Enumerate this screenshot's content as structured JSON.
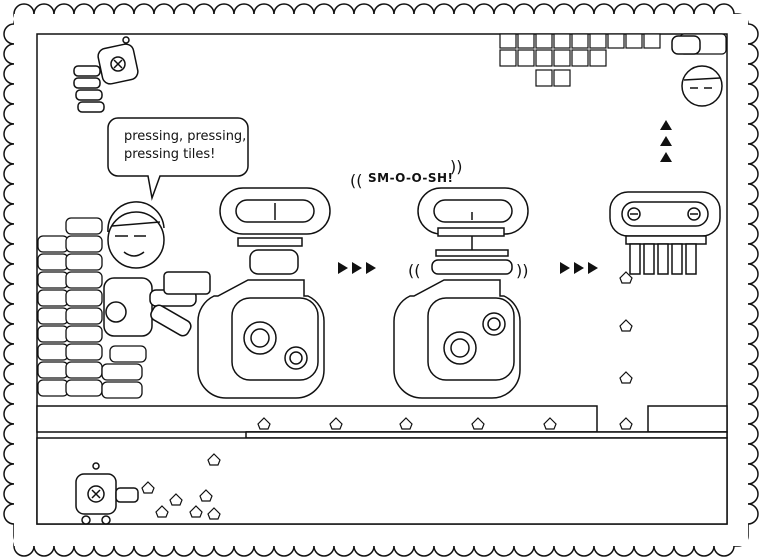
{
  "speech_bubble": {
    "text_lines": [
      "pressing, pressing,",
      "pressing tiles!"
    ]
  },
  "sound_effect": "SM-O-O-SH!",
  "colors": {
    "ink": "#111111",
    "paper": "#ffffff"
  },
  "icons": {
    "conveyor_arrows": "triple-right-arrow-icon",
    "up_arrows": "triple-up-arrow-icon",
    "robot": "robot-icon",
    "gear": "gear-icon",
    "tile": "tile-icon"
  }
}
